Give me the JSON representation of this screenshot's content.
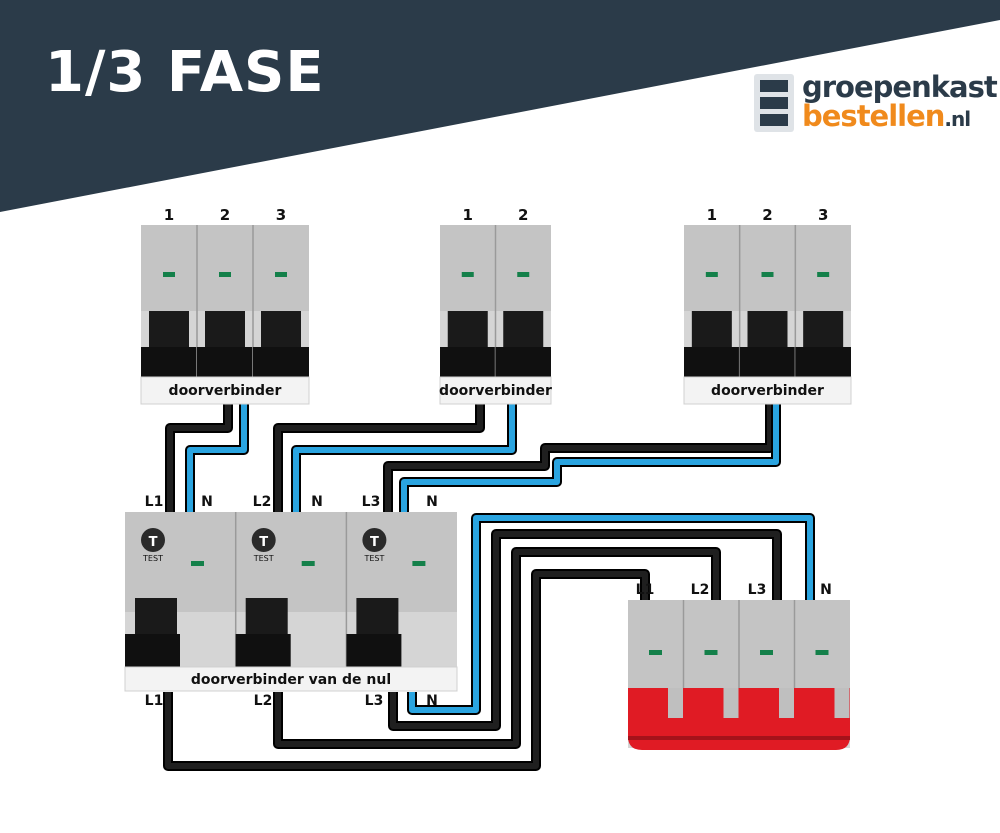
{
  "header": {
    "title": "1/3 FASE",
    "logo": {
      "line1": "groepenkast",
      "line2_main": "bestellen",
      "line2_suffix": ".nl"
    }
  },
  "colors": {
    "banner": "#2b3b49",
    "logo_dark": "#2b3b49",
    "logo_accent": "#f08a1c",
    "module_body": "#d5d5d5",
    "module_face": "#c4c4c4",
    "lever": "#1a1a1a",
    "indicator": "#14804a",
    "wire_live": "#1f1f1f",
    "wire_neutral": "#2aa4e0",
    "main_switch": "#e01b24"
  },
  "top_breakers": [
    {
      "poles": [
        "1",
        "2",
        "3"
      ],
      "label": "doorverbinder"
    },
    {
      "poles": [
        "1",
        "2"
      ],
      "label": "doorverbinder"
    },
    {
      "poles": [
        "1",
        "2",
        "3"
      ],
      "label": "doorverbinder"
    }
  ],
  "rcd": {
    "top_terminals": [
      "L1",
      "N",
      "L2",
      "N",
      "L3",
      "N"
    ],
    "test_label": "TEST",
    "label": "doorverbinder van de nul",
    "bottom_terminals": [
      "L1",
      "L2",
      "L3",
      "N"
    ]
  },
  "main_switch": {
    "terminals": [
      "L1",
      "L2",
      "L3",
      "N"
    ]
  }
}
